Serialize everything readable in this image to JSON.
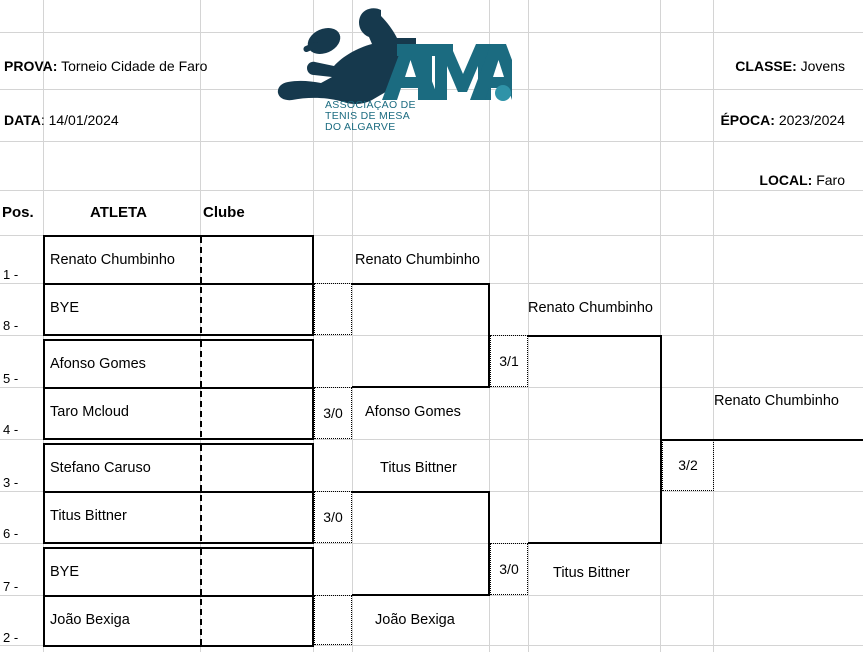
{
  "header": {
    "prova_label": "PROVA:",
    "prova_value": "Torneio Cidade de Faro",
    "data_label": "DATA",
    "data_value": ": 14/01/2024",
    "classe_label": "CLASSE:",
    "classe_value": "Jovens",
    "epoca_label": "ÉPOCA:",
    "epoca_value": "2023/2024",
    "local_label": "LOCAL:",
    "local_value": "Faro"
  },
  "logo": {
    "name": "atma-logo",
    "wordmark": "ATMA.",
    "line1": "ASSOCIAÇÃO DE",
    "line2": "TENIS DE MESA",
    "line3": "DO ALGARVE",
    "silhouette_color": "#16394d",
    "wordmark_color": "#1b6b80",
    "accent_color": "#2f93a8"
  },
  "columns": {
    "pos": "Pos.",
    "atleta": "ATLETA",
    "clube": "Clube"
  },
  "round1": [
    {
      "seed": "1 -",
      "name": "Renato Chumbinho",
      "club": ""
    },
    {
      "seed": "8 -",
      "name": "BYE",
      "club": ""
    },
    {
      "seed": "5 -",
      "name": "Afonso Gomes",
      "club": ""
    },
    {
      "seed": "4 -",
      "name": "Taro Mcloud",
      "club": ""
    },
    {
      "seed": "3 -",
      "name": "Stefano Caruso",
      "club": ""
    },
    {
      "seed": "6 -",
      "name": "Titus Bittner",
      "club": ""
    },
    {
      "seed": "7 -",
      "name": "BYE",
      "club": ""
    },
    {
      "seed": "2 -",
      "name": "João Bexiga",
      "club": ""
    }
  ],
  "round2": [
    {
      "winner": "Renato Chumbinho",
      "score": ""
    },
    {
      "winner": "Afonso Gomes",
      "score": "3/0"
    },
    {
      "winner": "Titus Bittner",
      "score": "3/0"
    },
    {
      "winner": "João Bexiga",
      "score": ""
    }
  ],
  "round3": [
    {
      "winner": "Renato Chumbinho",
      "score": "3/1"
    },
    {
      "winner": "Titus Bittner",
      "score": "3/0"
    }
  ],
  "final": {
    "winner": "Renato Chumbinho",
    "score": "3/2"
  }
}
